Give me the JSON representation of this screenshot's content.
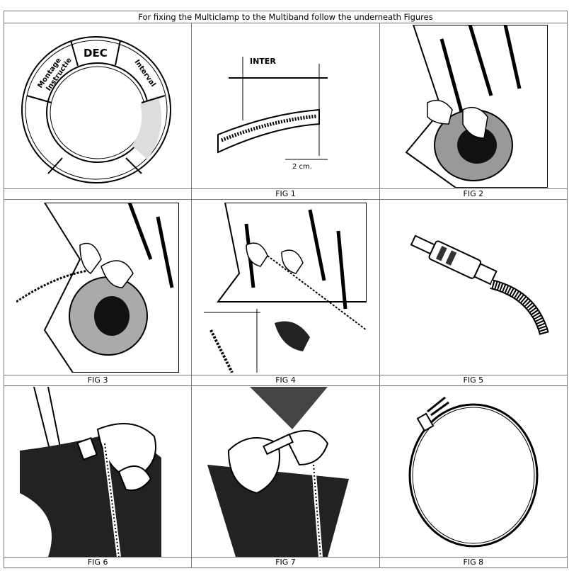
{
  "title": "For fixing the Multiclamp to the Multiband follow the underneath Figures",
  "diagram_labels": {
    "dec": "DEC",
    "montage": "Montage",
    "instructie": "Instructie",
    "interval": "Interval",
    "inter": "INTER",
    "cm": "2 cm."
  },
  "figures": [
    {
      "caption": ""
    },
    {
      "caption": "FIG 1"
    },
    {
      "caption": "FIG 2"
    },
    {
      "caption": "FIG 3"
    },
    {
      "caption": "FIG 4"
    },
    {
      "caption": "FIG 5"
    },
    {
      "caption": "FIG 6"
    },
    {
      "caption": "FIG 7"
    },
    {
      "caption": "FIG 8"
    }
  ]
}
